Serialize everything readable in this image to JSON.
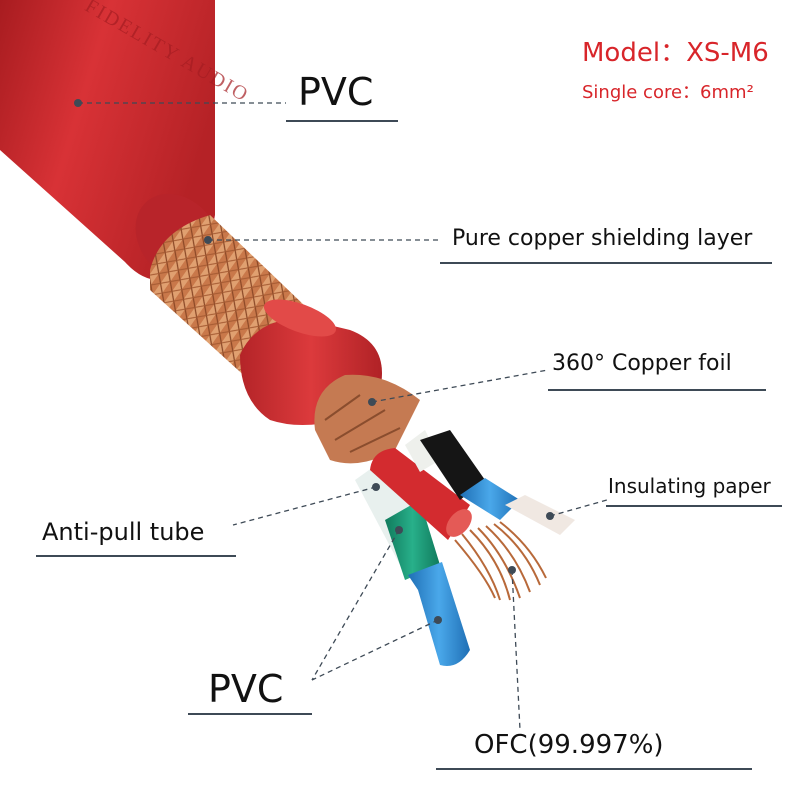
{
  "header": {
    "model": "Model：XS-M6",
    "spec": "Single core：6mm²"
  },
  "cable": {
    "jacket_text": "FIDELITY AUDIO"
  },
  "callouts": {
    "pvc_outer": "PVC",
    "shield": "Pure copper shielding layer",
    "foil": "360° Copper foil",
    "paper": "Insulating paper",
    "anti_pull": "Anti-pull tube",
    "pvc_inner": "PVC",
    "ofc": "OFC(99.997%)"
  },
  "colors": {
    "jacket_red": "#c8282b",
    "copper": "#c8774a",
    "green": "#1a9a78",
    "blue": "#2a86d0",
    "black": "#151515",
    "accent_red": "#d8252a"
  }
}
